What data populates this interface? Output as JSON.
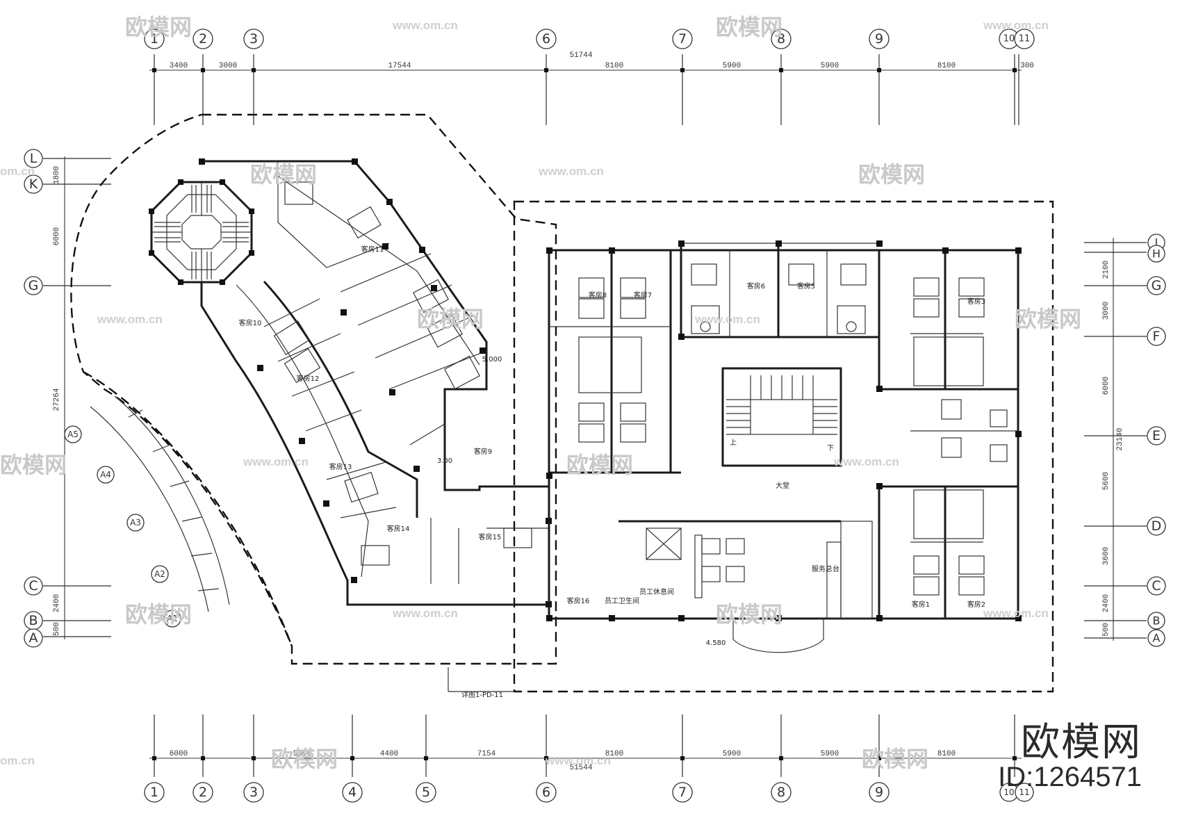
{
  "watermarks": {
    "logo_text": "欧模网",
    "url_text": "www.om.cn",
    "url_short": "om.cn"
  },
  "brand": {
    "name": "欧模网",
    "id_label": "ID:1264571"
  },
  "axes": {
    "top_numbers": [
      "1",
      "2",
      "3",
      "6",
      "7",
      "8",
      "9",
      "10",
      "11"
    ],
    "bottom_numbers": [
      "1",
      "2",
      "3",
      "4",
      "5",
      "6",
      "7",
      "8",
      "9",
      "10",
      "11"
    ],
    "left_letters": [
      "L",
      "K",
      "G",
      "C",
      "B",
      "A"
    ],
    "right_letters": [
      "J",
      "H",
      "G",
      "F",
      "E",
      "D",
      "C",
      "B",
      "A"
    ],
    "arc_labels": [
      "A5",
      "A4",
      "A3",
      "A2",
      "A1"
    ]
  },
  "dimensions": {
    "top_total": "51744",
    "top_segments": [
      "3400",
      "3000",
      "17544",
      "8100",
      "5900",
      "5900",
      "8100",
      "300"
    ],
    "bottom_total": "51544",
    "bottom_segments": [
      "6000",
      "5000",
      "4400",
      "7154",
      "8100",
      "5900",
      "5900",
      "8100"
    ],
    "left_total": "27264",
    "left_segments": [
      "1800",
      "6000",
      "2400",
      "500"
    ],
    "right_total": "23140",
    "right_segments": [
      "2100",
      "3000",
      "6000",
      "5600",
      "3600",
      "2400",
      "500"
    ]
  },
  "rooms": {
    "guest_rooms": [
      "客房1",
      "客房2",
      "客房3",
      "客房5",
      "客房6",
      "客房7",
      "客房8",
      "客房9",
      "客房10",
      "客房11",
      "客房12",
      "客房13",
      "客房14",
      "客房15",
      "客房16"
    ],
    "lobby": "大堂",
    "service_desk": "服务总台",
    "staff_toilet": "员工卫生间",
    "staff_rest": "员工休息间",
    "level_marks": [
      "5.000",
      "3.00",
      "4.580"
    ],
    "detail_ref": "详图1-PD-11",
    "stair_up": "上",
    "stair_down": "下"
  }
}
